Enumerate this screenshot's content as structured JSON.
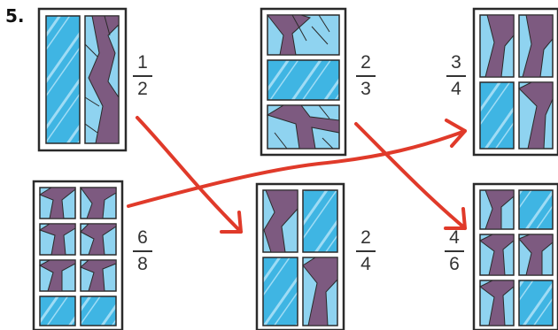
{
  "problem": {
    "number": "5."
  },
  "windows": [
    {
      "id": "w1",
      "panes": 2,
      "broken": 1,
      "fraction": {
        "numerator": "1",
        "denominator": "2"
      }
    },
    {
      "id": "w2",
      "panes": 3,
      "broken": 2,
      "fraction": {
        "numerator": "2",
        "denominator": "3"
      }
    },
    {
      "id": "w3",
      "panes": 4,
      "broken": 3,
      "fraction": {
        "numerator": "3",
        "denominator": "4"
      }
    },
    {
      "id": "w4",
      "panes": 8,
      "broken": 6,
      "fraction": {
        "numerator": "6",
        "denominator": "8"
      }
    },
    {
      "id": "w5",
      "panes": 4,
      "broken": 2,
      "fraction": {
        "numerator": "2",
        "denominator": "4"
      }
    },
    {
      "id": "w6",
      "panes": 6,
      "broken": 4,
      "fraction": {
        "numerator": "4",
        "denominator": "6"
      }
    }
  ],
  "matches": [
    {
      "from": "1/2",
      "to": "2/4"
    },
    {
      "from": "2/3",
      "to": "4/6"
    },
    {
      "from": "6/8",
      "to": "3/4"
    }
  ],
  "colors": {
    "glass": "#3fb5e3",
    "glass_light": "#8fd3f0",
    "shatter": "#7d5a80",
    "frame": "#2a2a2a",
    "frame_fill": "#ffffff",
    "arrow": "#e03a2a"
  }
}
